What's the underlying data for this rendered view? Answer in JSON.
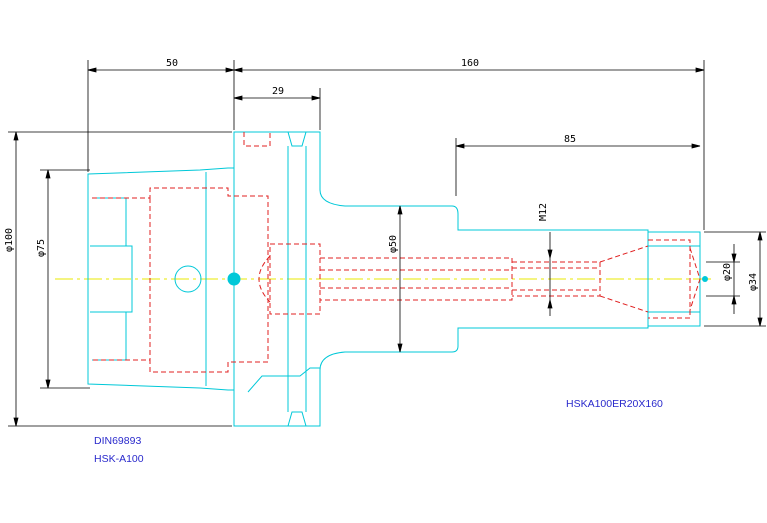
{
  "dimensions": {
    "len_flange": "50",
    "len_total": "160",
    "len_shoulder": "29",
    "len_shank": "85",
    "dia_100": "φ100",
    "dia_75": "φ75",
    "dia_50": "φ50",
    "thread": "M12",
    "dia_20": "φ20",
    "dia_34": "φ34"
  },
  "notes": {
    "standard": "DIN69893",
    "interface": "HSK-A100",
    "part": "HSKA100ER20X160"
  },
  "colors": {
    "outline": "#00c8d8",
    "hidden": "#e02020",
    "center": "#e8e800",
    "dimension": "#000000",
    "note": "#2a2acc"
  }
}
